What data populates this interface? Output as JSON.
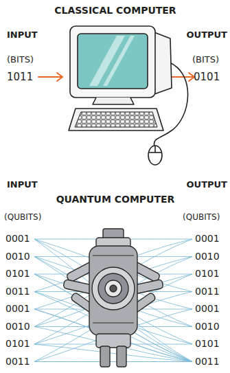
{
  "diagram": {
    "labels": [
      "CLASSICAL COMPUTER",
      "INPUT",
      "OUTPUT",
      "(BITS)",
      "(BITS)",
      "1011",
      "0101",
      "INPUT",
      "QUANTUM COMPUTER",
      "OUTPUT",
      "(QUBITS)",
      "(QUBITS)",
      "0001",
      "0010",
      "0101",
      "0011",
      "0001",
      "0010",
      "0101",
      "0011",
      "0001",
      "0010",
      "0101",
      "0011",
      "0001",
      "0010",
      "0101",
      "0011"
    ]
  }
}
